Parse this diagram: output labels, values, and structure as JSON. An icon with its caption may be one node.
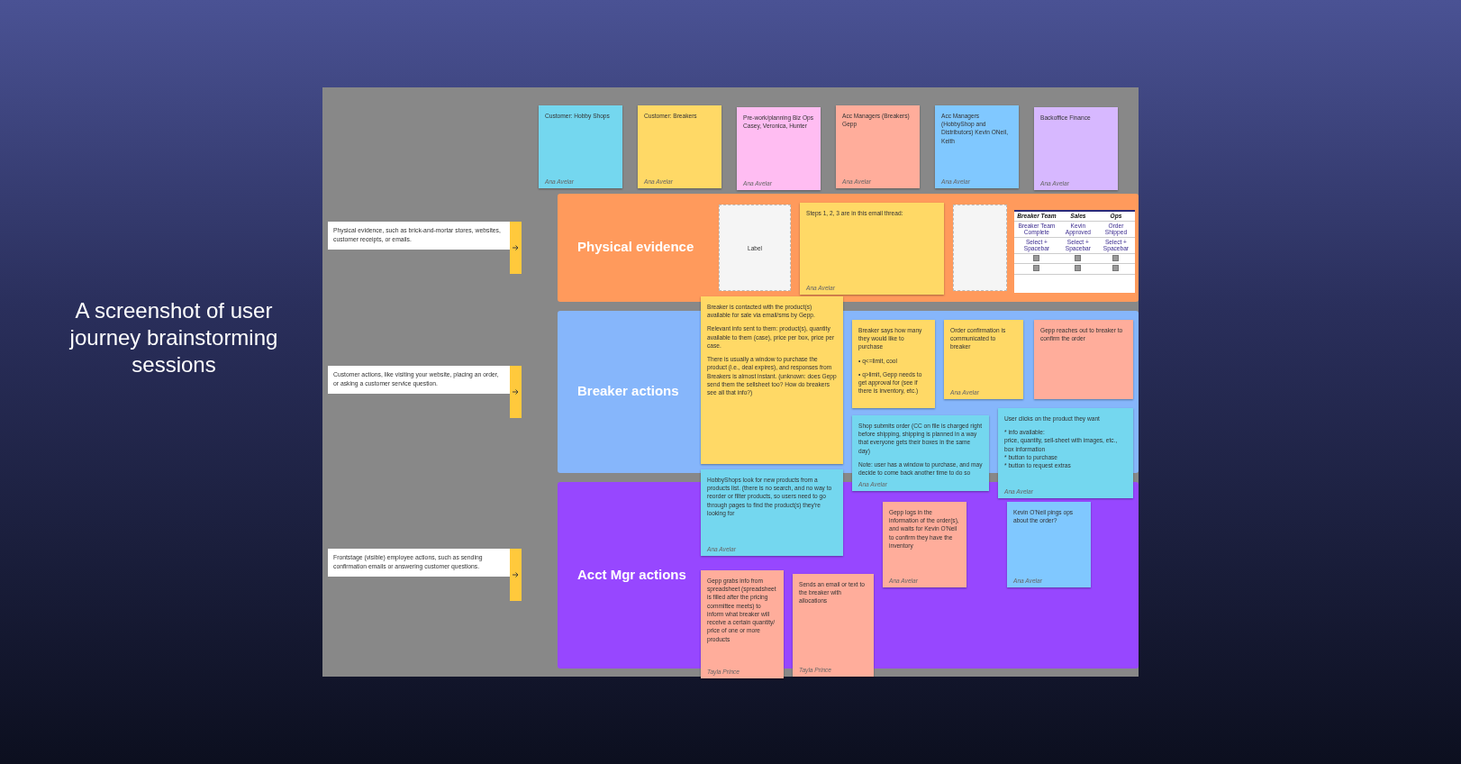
{
  "diagram": {
    "title": "A screenshot of user journey brainstorming sessions",
    "nodes": [
      {
        "text": [
          "Customer: Hobby Shops",
          "Ana Avelar"
        ]
      },
      {
        "text": [
          "Customer: Breakers",
          "Ana Avelar"
        ]
      },
      {
        "text": [
          "Pre-work/planning Biz Ops Casey, Veronica, Hunter",
          "Ana Avelar"
        ]
      },
      {
        "text": [
          "Acc Managers (Breakers) Gepp",
          "Ana Avelar"
        ]
      },
      {
        "text": [
          "Acc Managers (HobbyShop and Distributors) Kevin ONeil, Keith",
          "Ana Avelar"
        ]
      },
      {
        "text": [
          "Backoffice Finance",
          "Ana Avelar"
        ]
      },
      {
        "text": [
          "Physical evidence, such as brick-and-mortar stores, websites, customer receipts, or emails."
        ]
      },
      {
        "text": [
          "Customer actions, like visiting your website, placing an order, or asking a customer service question."
        ]
      },
      {
        "text": [
          "Frontstage (visible) employee actions, such as sending confirmation emails or answering customer questions."
        ]
      },
      {
        "text": [
          "Physical evidence"
        ]
      },
      {
        "text": [
          "Label"
        ],
        "in": 9
      },
      {
        "text": [
          "Steps 1, 2, 3 are in this email thread:",
          "Ana Avelar"
        ],
        "in": 9
      },
      {
        "text": [],
        "shape": "box",
        "in": 9
      },
      {
        "text": [],
        "shape": "box",
        "in": 9
      },
      {
        "text": [
          "Breaker actions"
        ]
      },
      {
        "text": [
          "Breaker is contacted with the product(s) available for sale via email/sms by Gepp.",
          "Relevant info sent to them: product(s), quantity available to them (case), price per box, price per case.",
          "There is usually a window to purchase the product (i.e., deal expires), and responses from Breakers is almost instant. (unknown: does Gepp send them the sellsheet too? How do breakers see all that info?)"
        ]
      },
      {
        "text": [
          "Breaker says how many they would like to purchase",
          "• q<=limit, cool",
          "• q>limit, Gepp needs to get approval for (see if there is inventory, etc.)"
        ],
        "in": 14
      },
      {
        "text": [
          "Order confirmation is communicated to breaker",
          "Ana Avelar"
        ],
        "in": 14
      },
      {
        "text": [
          "HobbyShops look for new products from a products list. (there is no search, and no way to reorder or filter products, so users need to go through pages to find the product(s) they're looking for",
          "Ana Avelar"
        ]
      },
      {
        "text": [
          "User clicks on the product they want",
          "* info available:",
          "price, quantity, sell-sheet with images, etc., box information",
          "* button to purchase",
          "* button to request extras",
          "Ana Avelar"
        ]
      },
      {
        "text": [
          "Shop submits order (CC on file is charged right before shipping, shipping is planned in a way that everyone gets their boxes in the same day)",
          "Note: user has a window to purchase, and may decide to come back another time to do so",
          "Ana Avelar"
        ]
      },
      {
        "text": [
          "Gepp reaches out to breaker to confirm the order"
        ],
        "in": 14
      },
      {
        "text": [
          "Acct Mgr actions"
        ]
      },
      {
        "text": [
          "Gepp grabs info from spreadsheet (spreadsheet is filled after the pricing committee meets) to inform what breaker will receive a certain quantity/ price of one or more products",
          "Tayla Prince"
        ]
      },
      {
        "text": [
          "Sends an email or text to the breaker with allocations",
          "Tayla Prince"
        ]
      },
      {
        "text": [
          "Gepp logs in the information of the order(s), and waits for Kevin O'Neil to confirm they have the inventory",
          "Ana Avelar"
        ],
        "in": 22
      },
      {
        "text": [
          "Kevin O'Neil pings ops about the order?",
          "Ana Avelar"
        ],
        "in": 22
      }
    ],
    "labels": [
      "Breaker Team",
      "Sales",
      "Ops",
      "Breaker Team Complete",
      "Kevin Approved",
      "Order Shipped",
      "Select + Spacebar",
      "Select + Spacebar",
      "Select + Spacebar"
    ]
  }
}
